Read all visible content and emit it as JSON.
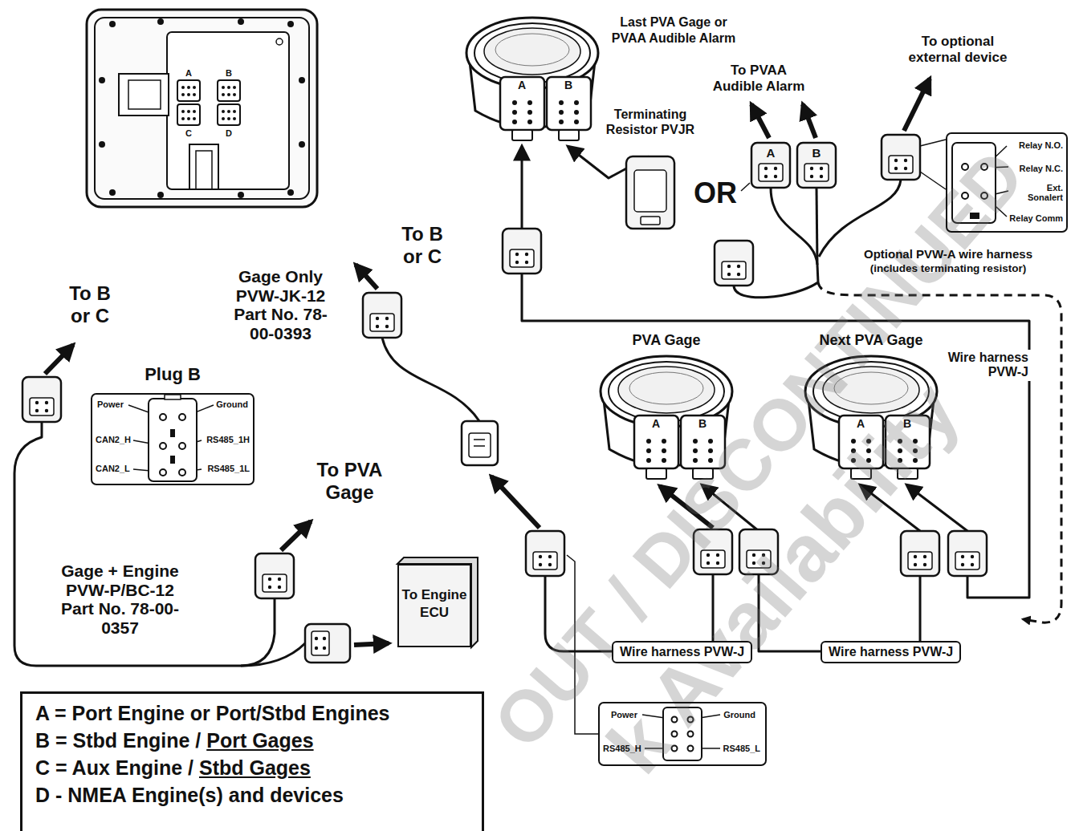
{
  "diagram": {
    "nodes": [
      {
        "text": [
          "A",
          "B",
          "C",
          "D"
        ]
      },
      {
        "text": [
          "Last PVA Gage or PVAA Audible Alarm",
          "A",
          "B"
        ]
      },
      {
        "text": [
          "Terminating Resistor PVJR"
        ]
      },
      {
        "text": [
          "A"
        ]
      },
      {
        "text": [
          "B"
        ]
      },
      {
        "text": [
          "Relay N.O.",
          "Relay N.C.",
          "Ext. Sonalert",
          "Relay Comm"
        ]
      },
      {
        "text": [
          "Plug B",
          "Power",
          "Ground",
          "CAN2_H",
          "RS485_1H",
          "CAN2_L",
          "RS485_1L"
        ]
      },
      {
        "text": [
          "PVA Gage",
          "A",
          "B"
        ]
      },
      {
        "text": [
          "Next PVA Gage",
          "A",
          "B"
        ]
      },
      {
        "text": [
          "To Engine ECU"
        ]
      },
      {
        "text": [
          "Power",
          "Ground",
          "RS485_H",
          "RS485_L"
        ]
      },
      {
        "text": [
          "A = Port Engine or Port/Stbd Engines",
          "B = Stbd Engine / Port Gages",
          "C = Aux Engine / Stbd Gages",
          "D - NMEA Engine(s) and devices"
        ]
      }
    ],
    "edges": [
      {
        "from": 2,
        "to": 1,
        "arrow": "to"
      },
      {
        "from": 7,
        "to": 8,
        "label": "Wire harness PVW-J",
        "arrow": "both"
      },
      {
        "from": 8,
        "to": 1,
        "label": "Wire harness PVW-J",
        "arrow": "both"
      }
    ],
    "labels": [
      "To optional external device",
      "To PVAA Audible Alarm",
      "OR",
      "Optional PVW-A wire harness",
      "(includes terminating resistor)",
      "To B or C",
      "Gage Only PVW-JK-12 Part No. 78-00-0393",
      "To B or C",
      "To PVA Gage",
      "Gage + Engine PVW-P/BC-12 Part No. 78-00-0357",
      "Wire harness PVW-J",
      "OUT / DISCONTINUED",
      "k Availability"
    ]
  }
}
